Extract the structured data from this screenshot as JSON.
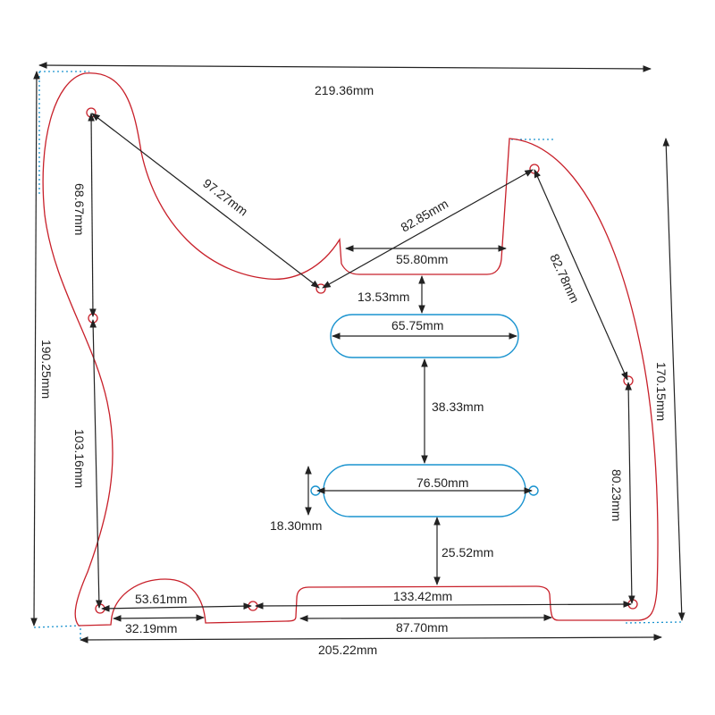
{
  "colors": {
    "outline": "#c8202a",
    "pickup": "#1a93cf",
    "dimension": "#222222"
  },
  "dimensions": {
    "overall_width": "219.36mm",
    "overall_height": "190.25mm",
    "right_height": "170.15mm",
    "bottom_width": "205.22mm",
    "hole_top_left_to_neck": "97.27mm",
    "hole_left_vertical_upper": "68.67mm",
    "hole_left_vertical_lower": "103.16mm",
    "hole_neck_to_top_right": "82.85mm",
    "neck_cutout_width": "55.80mm",
    "hole_right_upper": "82.78mm",
    "hole_right_lower": "80.23mm",
    "neck_to_pickup_gap": "13.53mm",
    "neck_pickup_width": "65.75mm",
    "pickup_spacing": "38.33mm",
    "bridge_pickup_width": "76.50mm",
    "bridge_pickup_height": "18.30mm",
    "bridge_pickup_to_edge": "25.52mm",
    "bottom_left_holes": "53.61mm",
    "bottom_holes": "133.42mm",
    "control_bump_width": "32.19mm",
    "bridge_cutout_width": "87.70mm"
  }
}
